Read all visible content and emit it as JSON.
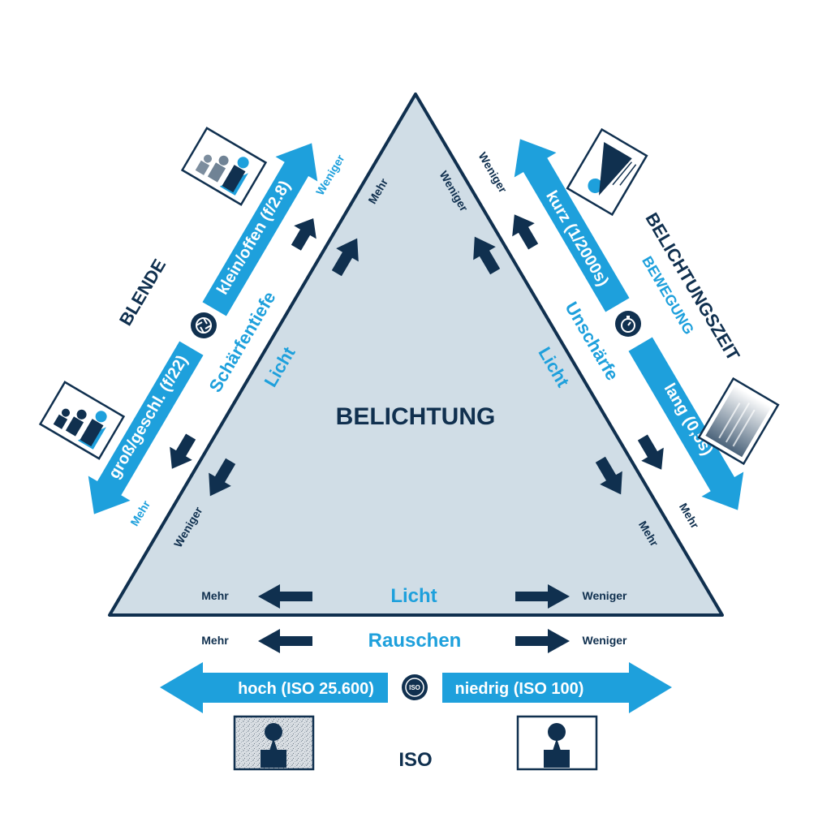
{
  "center": {
    "title": "BELICHTUNG"
  },
  "colors": {
    "navy": "#10304f",
    "blue": "#1ea0dc",
    "triangle_fill": "#d0dde6"
  },
  "blende": {
    "title": "BLENDE",
    "effect": "Schärfentiefe",
    "small_open": "klein/offen (f/2.8)",
    "large_closed": "groß/geschl. (f/22)",
    "outer_top": "Weniger",
    "outer_bottom": "Mehr",
    "inner_top": "Mehr",
    "inner_bottom": "Weniger",
    "light": "Licht",
    "icon": "aperture-icon"
  },
  "shutter": {
    "title": "BELICHTUNGSZEIT",
    "subtitle": "BEWEGUNG",
    "effect": "Unschärfe",
    "short": "kurz (1/2000s)",
    "long": "lang (0,5s)",
    "outer_top": "Weniger",
    "outer_bottom": "Mehr",
    "inner_top": "Weniger",
    "inner_bottom": "Mehr",
    "light": "Licht",
    "icon": "stopwatch-icon"
  },
  "iso": {
    "title": "ISO",
    "icon_text": "ISO",
    "high": "hoch (ISO 25.600)",
    "low": "niedrig (ISO 100)",
    "light": "Licht",
    "noise": "Rauschen",
    "light_left": "Mehr",
    "light_right": "Weniger",
    "noise_left": "Mehr",
    "noise_right": "Weniger"
  }
}
